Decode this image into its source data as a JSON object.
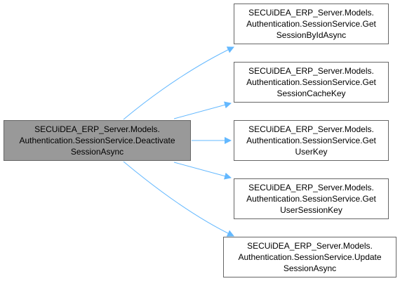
{
  "diagram": {
    "edge_color": "#63b8ff",
    "source": {
      "lines": [
        "SECUiDEA_ERP_Server.Models.",
        "Authentication.SessionService.Deactivate",
        "SessionAsync"
      ],
      "fill": "#999999"
    },
    "targets": [
      {
        "lines": [
          "SECUiDEA_ERP_Server.Models.",
          "Authentication.SessionService.Get",
          "SessionByIdAsync"
        ]
      },
      {
        "lines": [
          "SECUiDEA_ERP_Server.Models.",
          "Authentication.SessionService.Get",
          "SessionCacheKey"
        ]
      },
      {
        "lines": [
          "SECUiDEA_ERP_Server.Models.",
          "Authentication.SessionService.Get",
          "UserKey"
        ]
      },
      {
        "lines": [
          "SECUiDEA_ERP_Server.Models.",
          "Authentication.SessionService.Get",
          "UserSessionKey"
        ]
      },
      {
        "lines": [
          "SECUiDEA_ERP_Server.Models.",
          "Authentication.SessionService.Update",
          "SessionAsync"
        ]
      }
    ]
  }
}
